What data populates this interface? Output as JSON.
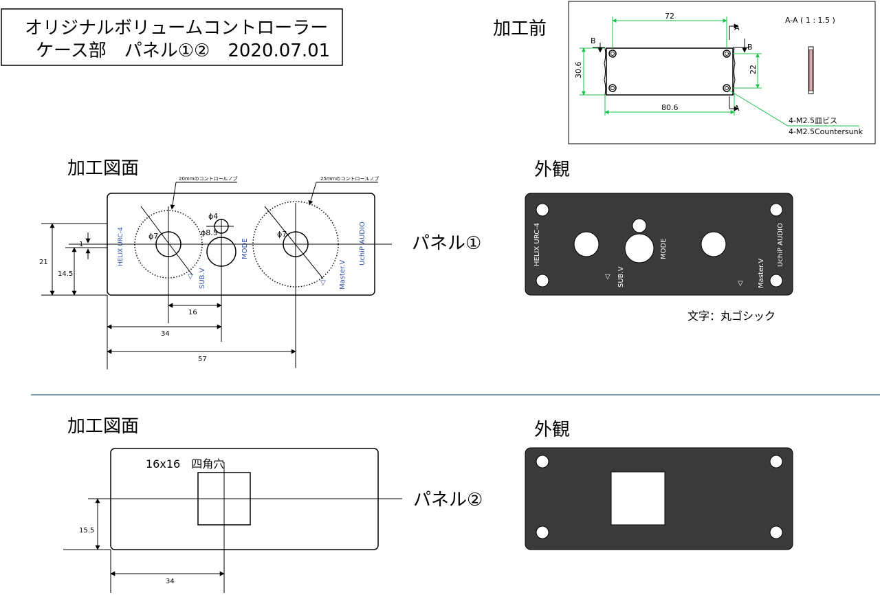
{
  "title": {
    "line1": "オリジナルボリュームコントローラー",
    "line2": "ケース部　パネル①②　2020.07.01"
  },
  "before": {
    "label": "加工前",
    "dim_top": "72",
    "dim_bottom": "80.6",
    "dim_left": "30.6",
    "dim_right": "22",
    "mark_a": "A",
    "mark_b": "B",
    "section_label": "A-A ( 1 : 1.5 )",
    "screw_jp": "4-M2.5皿ビス",
    "screw_en": "4-M2.5Countersunk"
  },
  "panel1": {
    "drawing_label": "加工図面",
    "appearance_label": "外観",
    "name": "パネル①",
    "knob20": "20mmのコントロールノブ",
    "knob25": "25mmのコントロールノブ",
    "phi7a": "ϕ7",
    "phi4": "ϕ4",
    "phi85": "ϕ8.5",
    "phi7b": "ϕ7",
    "dim_21": "21",
    "dim_145": "14.5",
    "dim_1": "1",
    "dim_16": "16",
    "dim_34": "34",
    "dim_57": "57",
    "text_helix": "HELIX URC-4",
    "text_subv": "SUB.V",
    "text_mode": "MODE",
    "text_master": "Master.V",
    "text_uchip": "UchiP AUDIO",
    "triangle": "▽",
    "font_note": "文字：丸ゴシック"
  },
  "panel2": {
    "drawing_label": "加工図面",
    "appearance_label": "外観",
    "name": "パネル②",
    "hole_label": "16x16　四角穴",
    "dim_155": "15.5",
    "dim_34": "34"
  },
  "colors": {
    "panel_fill": "#3a3a3a",
    "dimension_green": "#19c24a",
    "label_blue": "#2f4fa8",
    "divider": "#5a7fa0"
  }
}
